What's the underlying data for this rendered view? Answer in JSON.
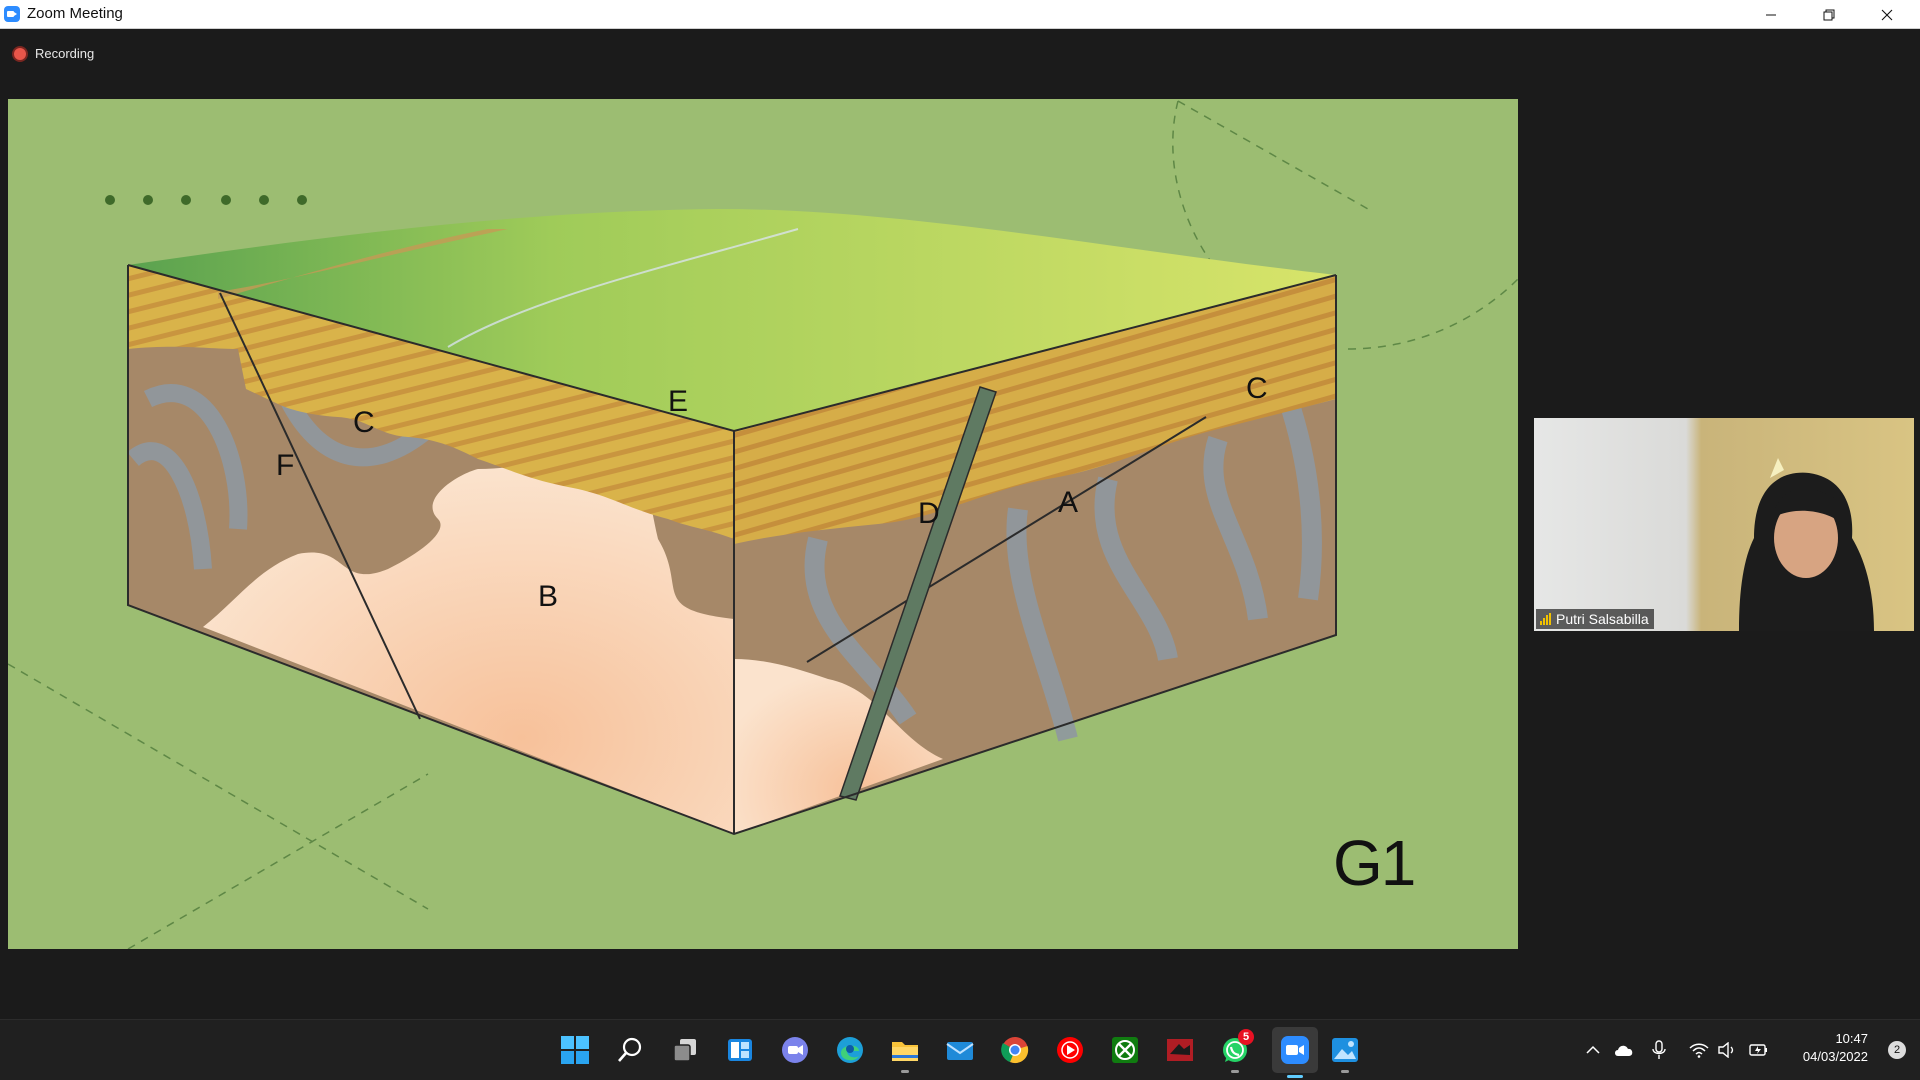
{
  "window": {
    "title": "Zoom Meeting"
  },
  "recording": {
    "label": "Recording"
  },
  "slide": {
    "corner_label": "G1",
    "labels": {
      "a": "A",
      "b": "B",
      "c_left": "C",
      "c_right": "C",
      "d": "D",
      "e": "E",
      "f": "F"
    }
  },
  "participant": {
    "name": "Putri Salsabilla"
  },
  "taskbar": {
    "apps": [
      "start",
      "search",
      "task-view",
      "widgets",
      "teams-chat",
      "edge",
      "file-explorer",
      "mail",
      "chrome",
      "youtube-music",
      "xbox",
      "game-app",
      "whatsapp",
      "zoom",
      "photos"
    ],
    "whatsapp_badge": "5"
  },
  "clock": {
    "time": "10:47",
    "date": "04/03/2022"
  },
  "notifications": {
    "count": "2"
  },
  "colors": {
    "slide_bg": "#9cbd72",
    "accent": "#2d8cff",
    "taskbar": "#202020"
  }
}
